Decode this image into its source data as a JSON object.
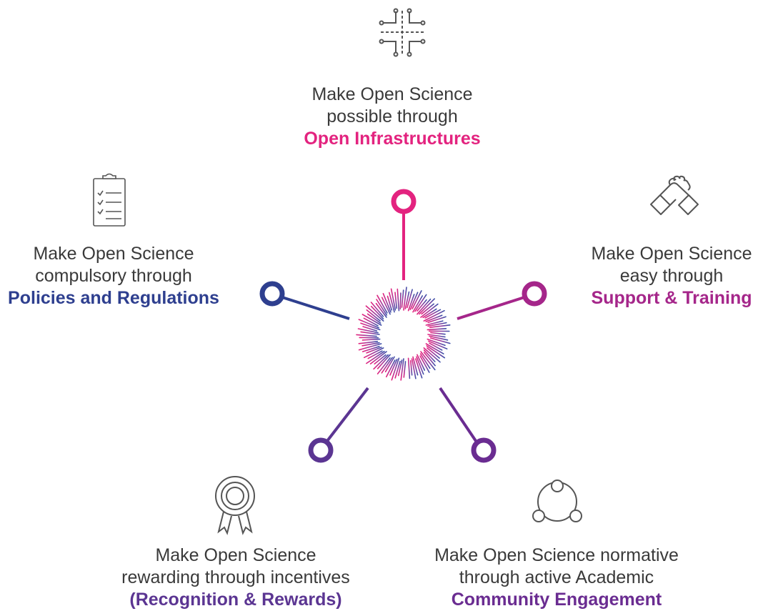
{
  "colors": {
    "pink": "#e3237f",
    "magenta": "#a5268a",
    "purple": "#6a2c91",
    "violet": "#5b3592",
    "navy": "#2e3f8f",
    "text": "#3a3a3a",
    "icon": "#555555"
  },
  "pillars": [
    {
      "id": "infrastructures",
      "icon": "circuit-icon",
      "line1": "Make Open Science",
      "line2": "possible through",
      "highlight": "Open Infrastructures",
      "color": "#e3237f"
    },
    {
      "id": "training",
      "icon": "handshake-icon",
      "line1": "Make Open Science",
      "line2": "easy through",
      "highlight": "Support & Training",
      "color": "#a5268a"
    },
    {
      "id": "community",
      "icon": "network-icon",
      "line1": "Make Open Science normative",
      "line2": "through active Academic",
      "highlight": "Community Engagement",
      "color": "#6a2c91"
    },
    {
      "id": "rewards",
      "icon": "award-ribbon-icon",
      "line1": "Make Open Science",
      "line2": "rewarding through incentives",
      "highlight": "(Recognition & Rewards)",
      "color": "#5b3592"
    },
    {
      "id": "policies",
      "icon": "clipboard-checklist-icon",
      "line1": "Make Open Science",
      "line2": "compulsory through",
      "highlight": "Policies and Regulations",
      "color": "#2e3f8f"
    }
  ]
}
